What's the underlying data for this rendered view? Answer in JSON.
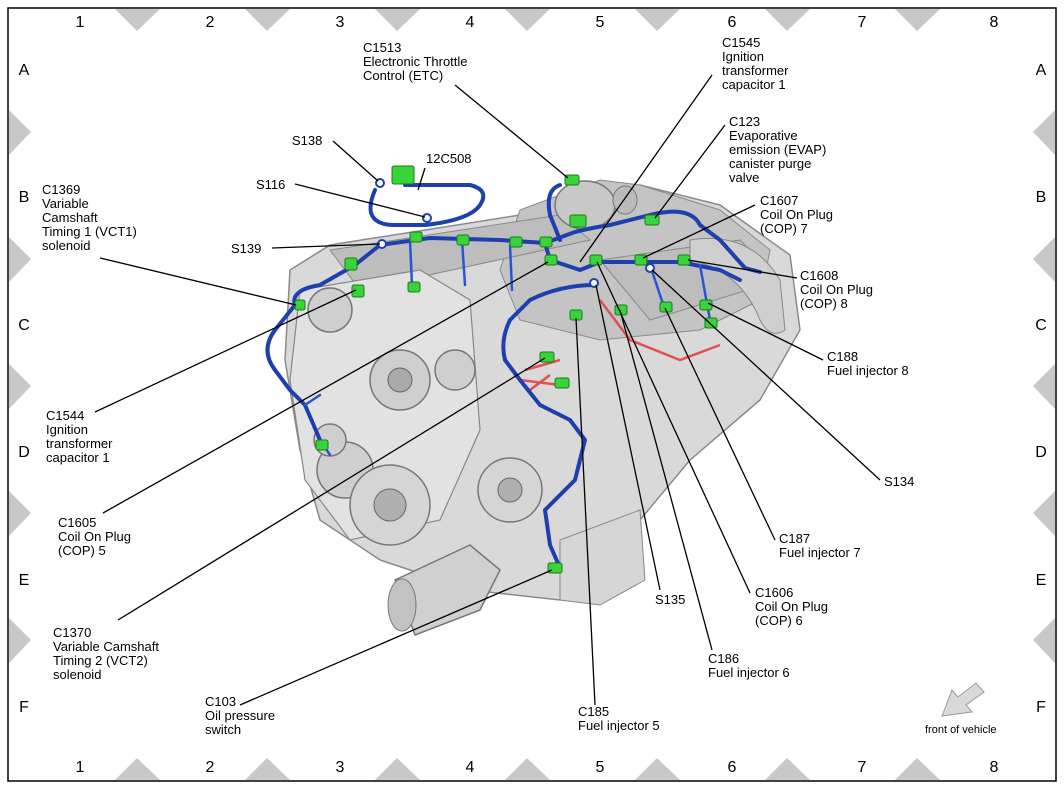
{
  "grid": {
    "columns": [
      "1",
      "2",
      "3",
      "4",
      "5",
      "6",
      "7",
      "8"
    ],
    "rows": [
      "A",
      "B",
      "C",
      "D",
      "E",
      "F"
    ]
  },
  "labels": {
    "c1513": [
      "C1513",
      "Electronic Throttle",
      "Control (ETC)"
    ],
    "c1545": [
      "C1545",
      "Ignition",
      "transformer",
      "capacitor 1"
    ],
    "c123": [
      "C123",
      "Evaporative",
      "emission (EVAP)",
      "canister purge",
      "valve"
    ],
    "c1607": [
      "C1607",
      "Coil On Plug",
      "(COP) 7"
    ],
    "c1608": [
      "C1608",
      "Coil On Plug",
      "(COP) 8"
    ],
    "c188": [
      "C188",
      "Fuel injector 8"
    ],
    "s134": [
      "S134"
    ],
    "c187": [
      "C187",
      "Fuel injector 7"
    ],
    "c1606": [
      "C1606",
      "Coil On Plug",
      "(COP) 6"
    ],
    "c186": [
      "C186",
      "Fuel injector 6"
    ],
    "s135": [
      "S135"
    ],
    "c185": [
      "C185",
      "Fuel injector 5"
    ],
    "c103": [
      "C103",
      "Oil pressure",
      "switch"
    ],
    "c1370": [
      "C1370",
      "Variable Camshaft",
      "Timing 2 (VCT2)",
      "solenoid"
    ],
    "c1605": [
      "C1605",
      "Coil On Plug",
      "(COP) 5"
    ],
    "c1544": [
      "C1544",
      "Ignition",
      "transformer",
      "capacitor 1"
    ],
    "c1369": [
      "C1369",
      "Variable",
      "Camshaft",
      "Timing 1 (VCT1)",
      "solenoid"
    ],
    "s138": [
      "S138"
    ],
    "c12c508": [
      "12C508"
    ],
    "s116": [
      "S116"
    ],
    "s139": [
      "S139"
    ]
  },
  "front_of_vehicle": "front of vehicle",
  "colors": {
    "harness": "#1e3fae",
    "connector": "#39d33a",
    "border_triangle": "#c8c8c8",
    "engine": "#cfcfcf"
  }
}
